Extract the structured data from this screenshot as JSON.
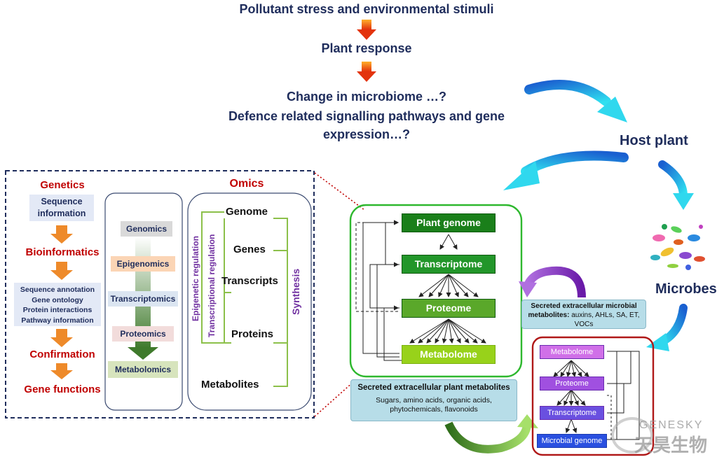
{
  "top": {
    "line1": "Pollutant stress and environmental stimuli",
    "line2": "Plant response",
    "line3": "Change in microbiome …?",
    "line4": "Defence related signalling pathways and gene",
    "line5": "expression…?"
  },
  "cycle": {
    "host_plant": "Host plant",
    "microbes": "Microbes"
  },
  "genetics": {
    "title": "Genetics",
    "seq_info": "Sequence information",
    "bioinformatics": "Bioinformatics",
    "items": [
      "Sequence annotation",
      "Gene ontology",
      "Protein interactions",
      "Pathway information"
    ],
    "confirmation": "Confirmation",
    "gene_functions": "Gene functions"
  },
  "omics_list": [
    "Genomics",
    "Epigenomics",
    "Transcriptomics",
    "Proteomics",
    "Metabolomics"
  ],
  "omics": {
    "title": "Omics",
    "genome": "Genome",
    "genes": "Genes",
    "transcripts": "Transcripts",
    "proteins": "Proteins",
    "metabolites": "Metabolites",
    "epigenetic": "Epigenetic regulation",
    "transcriptional": "Transcriptional regulation",
    "synthesis": "Synthesis"
  },
  "plant_panel": {
    "genome": "Plant genome",
    "transcriptome": "Transcriptome",
    "proteome": "Proteome",
    "metabolome": "Metabolome"
  },
  "plant_metabolites": {
    "title": "Secreted extracellular plant metabolites",
    "body": "Sugars, amino acids, organic acids, phytochemicals, flavonoids"
  },
  "microbial_metabolites": {
    "title": "Secreted extracellular microbial metabolites:",
    "body": " auxins, AHLs, SA, ET, VOCs"
  },
  "microbe_panel": {
    "metabolome": "Metabolome",
    "proteome": "Proteome",
    "transcriptome": "Transcriptome",
    "genome": "Microbial genome"
  },
  "watermark": {
    "latin": "GENESKY",
    "chinese": "天昊生物"
  },
  "colors": {
    "navy": "#1f2d5c",
    "red": "#c00000",
    "purple": "#7030a0",
    "green_frame": "#2eb82e",
    "red_frame": "#b01818",
    "dashed_frame": "#1f2d5c"
  }
}
